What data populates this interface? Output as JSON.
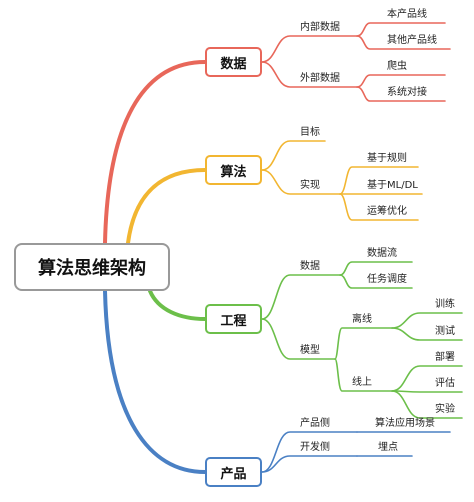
{
  "root": {
    "label": "算法思维架构",
    "border_color": "#999999"
  },
  "branches": [
    {
      "label": "数据",
      "color": "#e8675a",
      "children": [
        {
          "label": "内部数据",
          "children": [
            {
              "label": "本产品线"
            },
            {
              "label": "其他产品线"
            }
          ]
        },
        {
          "label": "外部数据",
          "children": [
            {
              "label": "爬虫"
            },
            {
              "label": "系统对接"
            }
          ]
        }
      ]
    },
    {
      "label": "算法",
      "color": "#f2b631",
      "children": [
        {
          "label": "目标"
        },
        {
          "label": "实现",
          "children": [
            {
              "label": "基于规则"
            },
            {
              "label": "基于ML/DL"
            },
            {
              "label": "运筹优化"
            }
          ]
        }
      ]
    },
    {
      "label": "工程",
      "color": "#6cbf4a",
      "children": [
        {
          "label": "数据",
          "children": [
            {
              "label": "数据流"
            },
            {
              "label": "任务调度"
            }
          ]
        },
        {
          "label": "模型",
          "children": [
            {
              "label": "离线",
              "children": [
                {
                  "label": "训练"
                },
                {
                  "label": "测试"
                }
              ]
            },
            {
              "label": "线上",
              "children": [
                {
                  "label": "部署"
                },
                {
                  "label": "评估"
                },
                {
                  "label": "实验"
                }
              ]
            }
          ]
        }
      ]
    },
    {
      "label": "产品",
      "color": "#4a80c4",
      "children": [
        {
          "label": "产品侧",
          "children": [
            {
              "label": "算法应用场景"
            }
          ]
        },
        {
          "label": "开发侧",
          "children": [
            {
              "label": "埋点"
            }
          ]
        }
      ]
    }
  ]
}
